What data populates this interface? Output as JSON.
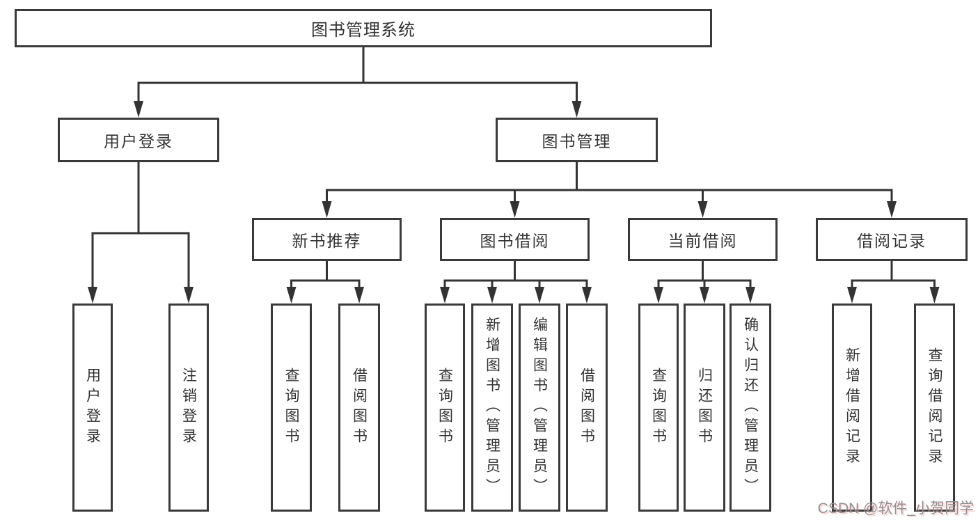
{
  "tree": {
    "root": {
      "label": "图书管理系统"
    },
    "user_login": {
      "label": "用户登录",
      "children": [
        {
          "label": "用户登录"
        },
        {
          "label": "注销登录"
        }
      ]
    },
    "book_mgmt": {
      "label": "图书管理",
      "groups": [
        {
          "label": "新书推荐",
          "children": [
            {
              "label": "查询图书"
            },
            {
              "label": "借阅图书"
            }
          ]
        },
        {
          "label": "图书借阅",
          "children": [
            {
              "label": "查询图书"
            },
            {
              "label": "新增图书（管理员）"
            },
            {
              "label": "编辑图书（管理员）"
            },
            {
              "label": "借阅图书"
            }
          ]
        },
        {
          "label": "当前借阅",
          "children": [
            {
              "label": "查询图书"
            },
            {
              "label": "归还图书"
            },
            {
              "label": "确认归还（管理员）"
            }
          ]
        },
        {
          "label": "借阅记录",
          "children": [
            {
              "label": "新增借阅记录"
            },
            {
              "label": "查询借阅记录"
            }
          ]
        }
      ]
    }
  },
  "watermark": {
    "text": "CSDN @软件_小贺同学"
  },
  "colors": {
    "line": "#333333",
    "box_border": "#3a3a3a",
    "text": "#333333",
    "watermark": "#8f9094",
    "background": "#ffffff"
  }
}
